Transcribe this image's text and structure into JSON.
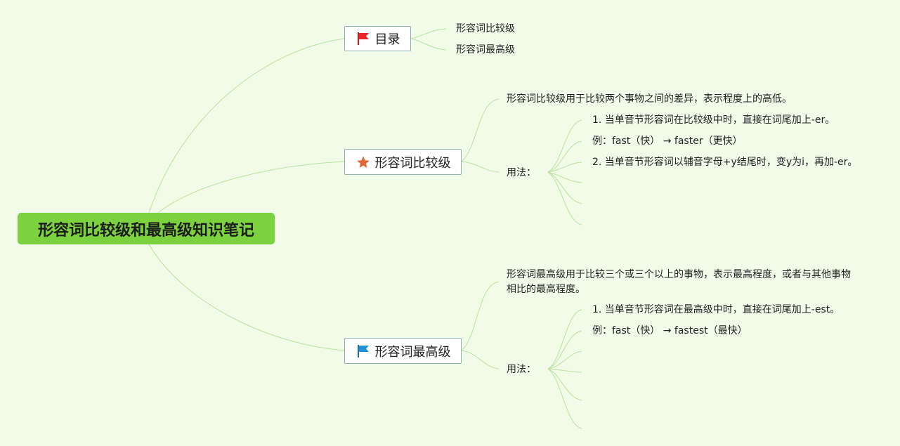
{
  "root": {
    "title": "形容词比较级和最高级知识笔记"
  },
  "toc": {
    "label": "目录",
    "icon": "red-flag-icon",
    "color": "#e8262a",
    "items": [
      "形容词比较级",
      "形容词最高级"
    ]
  },
  "comparative": {
    "label": "形容词比较级",
    "icon": "star-icon",
    "color": "#e0673a",
    "definition": "形容词比较级用于比较两个事物之间的差异，表示程度上的高低。",
    "usage_label": "用法：",
    "usage_items": [
      "1. 当单音节形容词在比较级中时，直接在词尾加上-er。",
      "例：fast（快） → faster（更快）",
      "2. 当单音节形容词以辅音字母+y结尾时，变y为i，再加-er。"
    ]
  },
  "superlative": {
    "label": "形容词最高级",
    "icon": "blue-flag-icon",
    "color": "#1f8fd6",
    "definition": "形容词最高级用于比较三个或三个以上的事物，表示最高程度，或者与其他事物相比的最高程度。",
    "usage_label": "用法：",
    "usage_items": [
      "1. 当单音节形容词在最高级中时，直接在词尾加上-est。",
      "例：fast（快） → fastest（最快）"
    ]
  },
  "colors": {
    "background": "#f2fbe8",
    "root_fill": "#7cd13e",
    "connector": "#b9e2a0",
    "topic_border": "#8fb3b3"
  }
}
